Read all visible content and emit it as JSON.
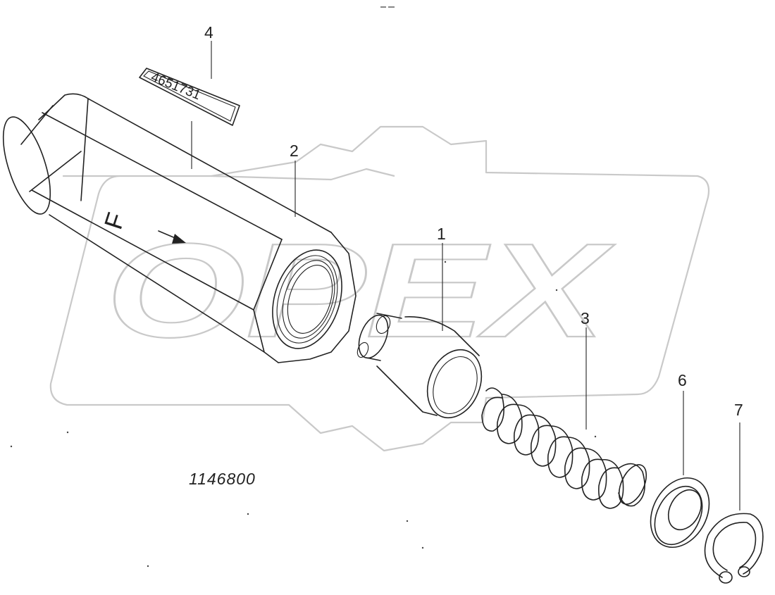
{
  "drawing": {
    "number": "1146800",
    "tag_text": "4651731",
    "watermark_text": "OPEX"
  },
  "callouts": [
    {
      "id": "1",
      "label": "1"
    },
    {
      "id": "2",
      "label": "2"
    },
    {
      "id": "3",
      "label": "3"
    },
    {
      "id": "4",
      "label": "4"
    },
    {
      "id": "6",
      "label": "6"
    },
    {
      "id": "7",
      "label": "7"
    }
  ],
  "housing_mark": "F",
  "parts": [
    {
      "item": "1",
      "name": "valve-spool-icon"
    },
    {
      "item": "2",
      "name": "hex-housing-icon"
    },
    {
      "item": "3",
      "name": "coil-spring-icon"
    },
    {
      "item": "4",
      "name": "id-tag-icon"
    },
    {
      "item": "6",
      "name": "washer-icon"
    },
    {
      "item": "7",
      "name": "snap-ring-icon"
    }
  ]
}
